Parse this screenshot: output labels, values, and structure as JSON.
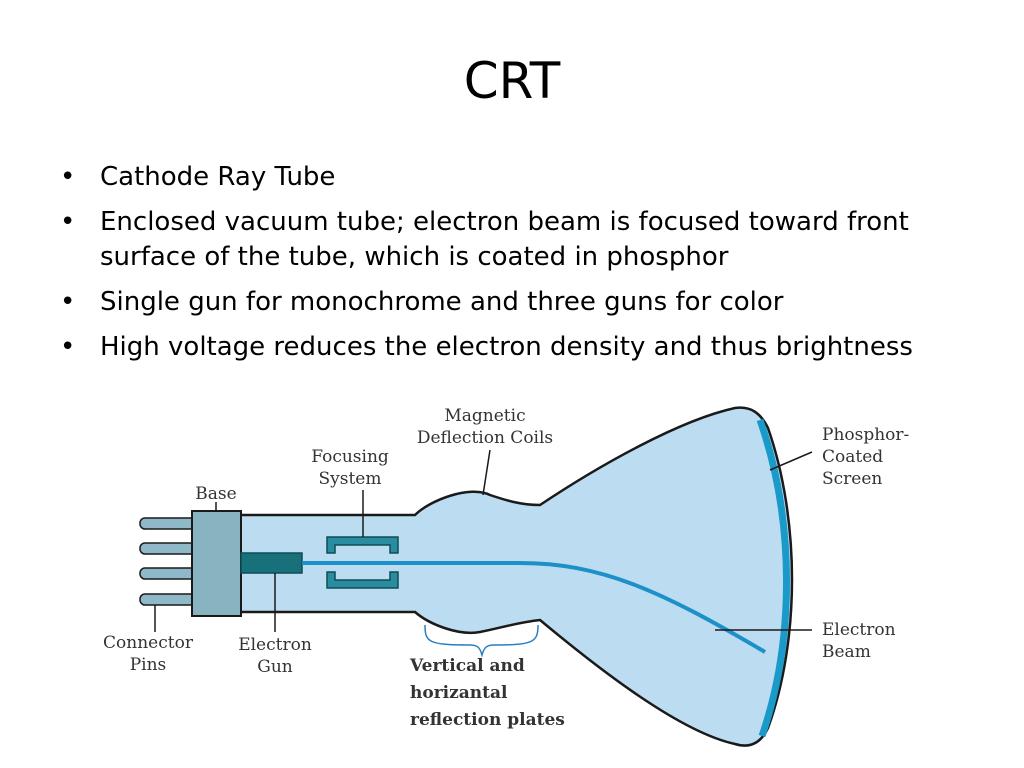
{
  "slide": {
    "title": "CRT",
    "bullets": [
      "Cathode Ray Tube",
      "Enclosed vacuum tube; electron beam is focused toward front surface of the tube, which is coated in phosphor",
      "Single gun for monochrome and three guns for color",
      "High voltage reduces the electron density and thus brightness"
    ]
  },
  "diagram": {
    "labels": {
      "base": "Base",
      "focusing_1": "Focusing",
      "focusing_2": "System",
      "magnetic_1": "Magnetic",
      "magnetic_2": "Deflection Coils",
      "phosphor_1": "Phosphor-",
      "phosphor_2": "Coated",
      "phosphor_3": "Screen",
      "connector_1": "Connector",
      "connector_2": "Pins",
      "gun_1": "Electron",
      "gun_2": "Gun",
      "beam_1": "Electron",
      "beam_2": "Beam",
      "plates_1": "Vertical and",
      "plates_2": "horizantal",
      "plates_3": "reflection plates"
    },
    "colors": {
      "tube_fill": "#bcdcf2",
      "tube_outline": "#1a1a1a",
      "base_fill": "#88b4c2",
      "gun_fill": "#17707a",
      "focus_fill": "#2a8ca0",
      "beam": "#1e90c8",
      "screen": "#1a9ac8",
      "pins_fill": "#8fb9c8",
      "bracket": "#2a7fc0"
    }
  }
}
